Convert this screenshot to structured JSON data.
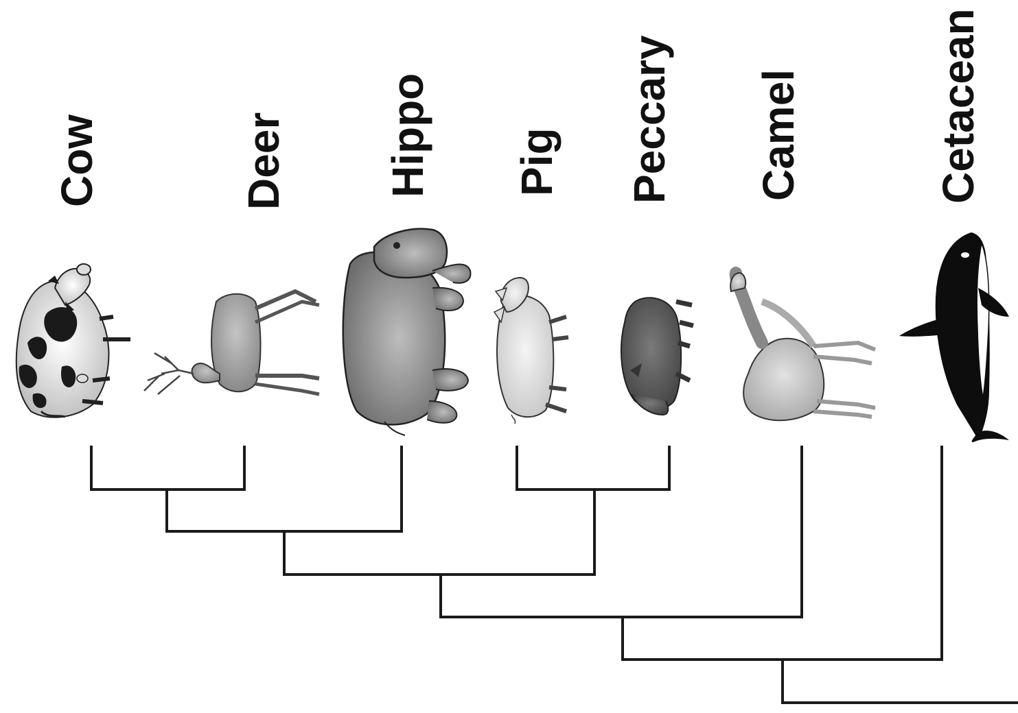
{
  "taxa": [
    {
      "id": "cow",
      "label": "Cow",
      "icon": "cow-icon"
    },
    {
      "id": "deer",
      "label": "Deer",
      "icon": "deer-icon"
    },
    {
      "id": "hippo",
      "label": "Hippo",
      "icon": "hippo-icon"
    },
    {
      "id": "pig",
      "label": "Pig",
      "icon": "pig-icon"
    },
    {
      "id": "peccary",
      "label": "Peccary",
      "icon": "peccary-icon"
    },
    {
      "id": "camel",
      "label": "Camel",
      "icon": "camel-icon"
    },
    {
      "id": "cetacean",
      "label": "Cetacean",
      "icon": "whale-icon"
    }
  ],
  "tree": "((((((Cow,Deer),Hippo),(Pig,Peccary)),Camel),Cetacean))",
  "colors": {
    "line": "#1a1a1a",
    "text": "#111111",
    "cow_spots": "#1a1a1a",
    "light_gray": "#d9d9d9",
    "mid_gray": "#9a9a9a",
    "dark_gray": "#5a5a5a",
    "whale_black": "#0d0d0d"
  }
}
